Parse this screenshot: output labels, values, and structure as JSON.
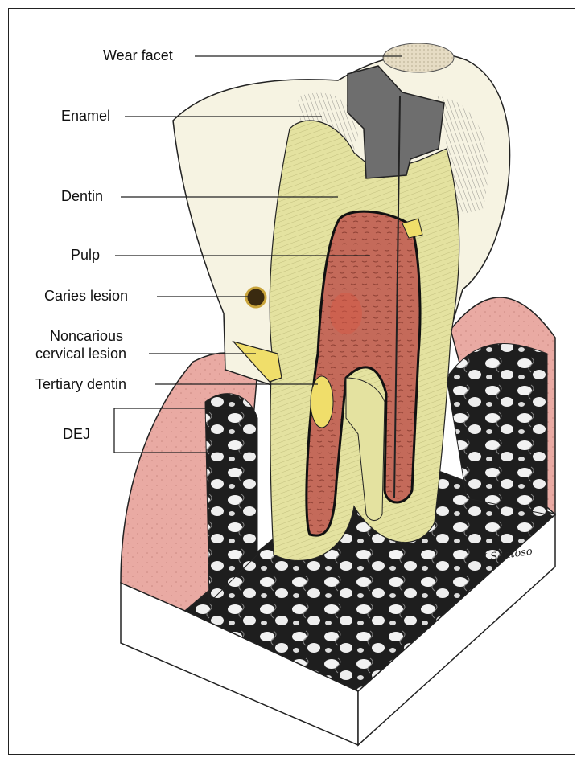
{
  "labels": {
    "wear_facet": "Wear facet",
    "enamel": "Enamel",
    "dentin": "Dentin",
    "pulp": "Pulp",
    "caries_lesion": "Caries lesion",
    "noncarious_line1": "Noncarious",
    "noncarious_line2": "cervical lesion",
    "tertiary_dentin": "Tertiary dentin",
    "dej": "DEJ"
  },
  "signature": "J Santoso",
  "colors": {
    "enamel": "#f6f3e2",
    "dentin": "#e4e2a0",
    "pulp": "#c46a5a",
    "gingiva": "#e9aaa3",
    "bone": "#1e1e1e",
    "restoration": "#6e6e6e",
    "lesion": "#f0de6a",
    "wear": "#e6dcc4"
  }
}
